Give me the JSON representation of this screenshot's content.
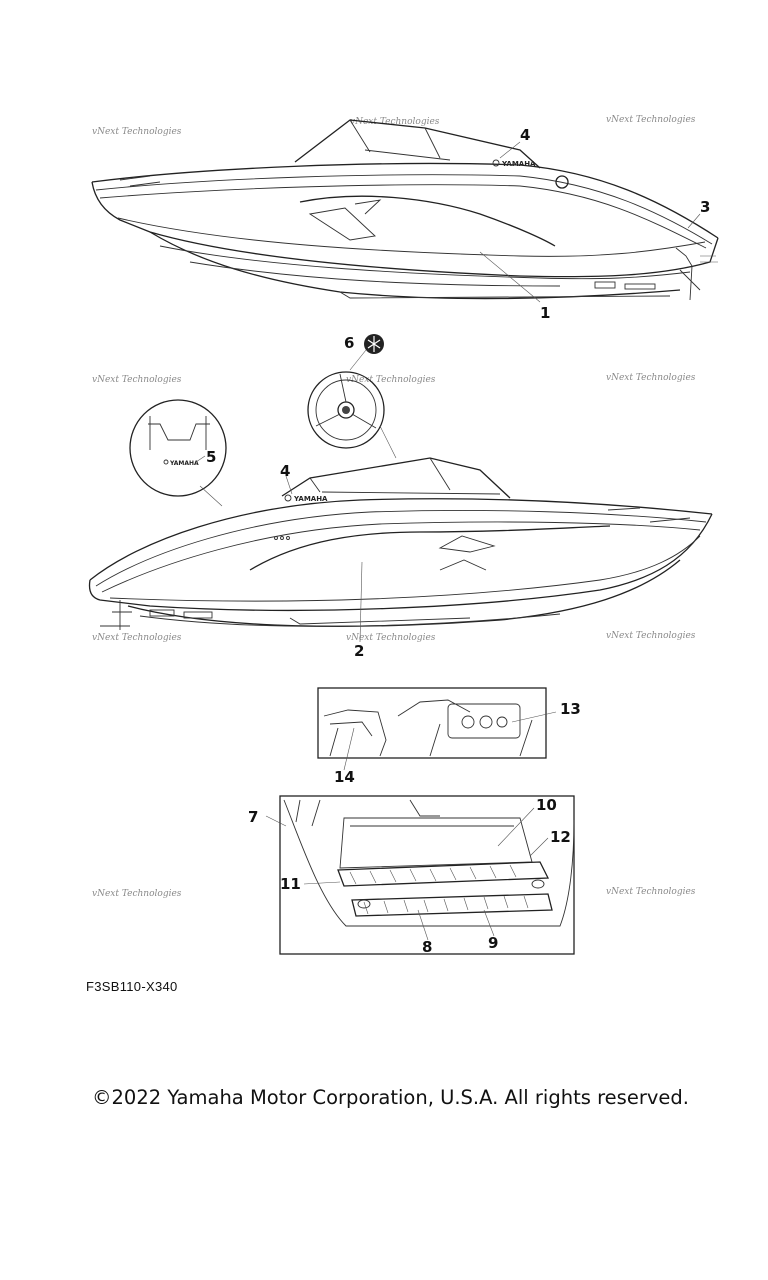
{
  "watermark": "vNext Technologies",
  "diagram_code": "F3SB110-X340",
  "copyright": "©2022 Yamaha Motor Corporation, U.S.A. All rights reserved.",
  "callouts": [
    "1",
    "2",
    "3",
    "4",
    "4",
    "5",
    "6",
    "7",
    "8",
    "9",
    "10",
    "11",
    "12",
    "13",
    "14"
  ],
  "brand_mark": "YAMAHA"
}
